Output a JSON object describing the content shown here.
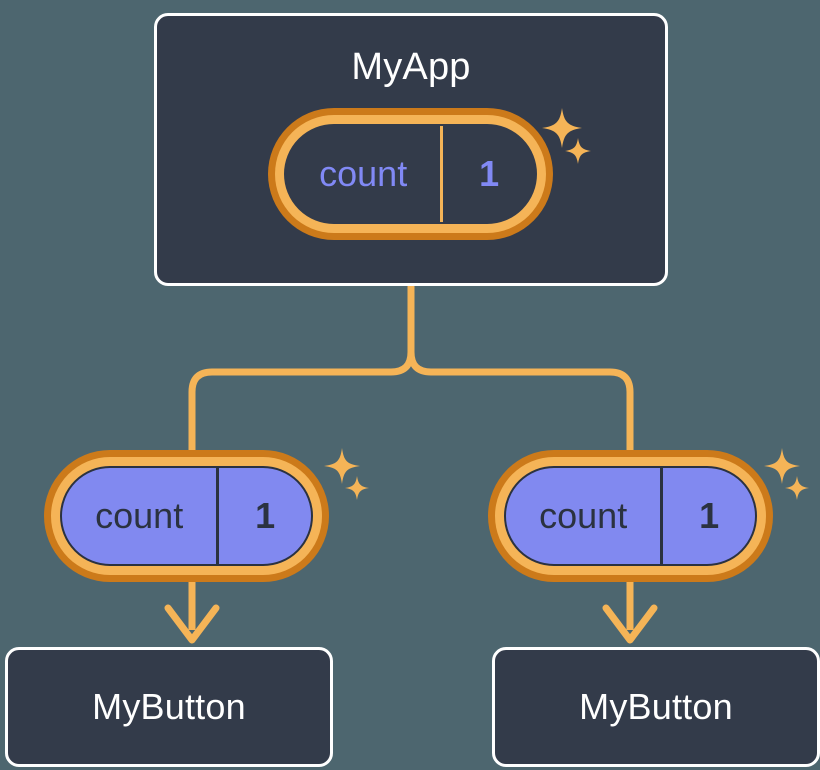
{
  "palette": {
    "background": "#4d666f",
    "card_fill": "#333b4a",
    "card_border": "#ffffff",
    "pill_ring_outer": "#cc7a1a",
    "pill_ring_inner": "#f5b457",
    "pill_child_fill": "#8189f0",
    "accent_purple": "#8189f5",
    "wire": "#f5b457",
    "sparkle": "#f5b457",
    "text_dark": "#2b3240",
    "text_light": "#ffffff"
  },
  "diagram": {
    "type": "component-tree",
    "root": {
      "title": "MyApp",
      "state": {
        "key": "count",
        "value": "1"
      }
    },
    "children": [
      {
        "title": "MyButton",
        "state": {
          "key": "count",
          "value": "1"
        }
      },
      {
        "title": "MyButton",
        "state": {
          "key": "count",
          "value": "1"
        }
      }
    ]
  },
  "icons": {
    "sparkle_large": "sparkle-four-point-large",
    "sparkle_small": "sparkle-four-point-small",
    "arrow": "arrow-down"
  }
}
